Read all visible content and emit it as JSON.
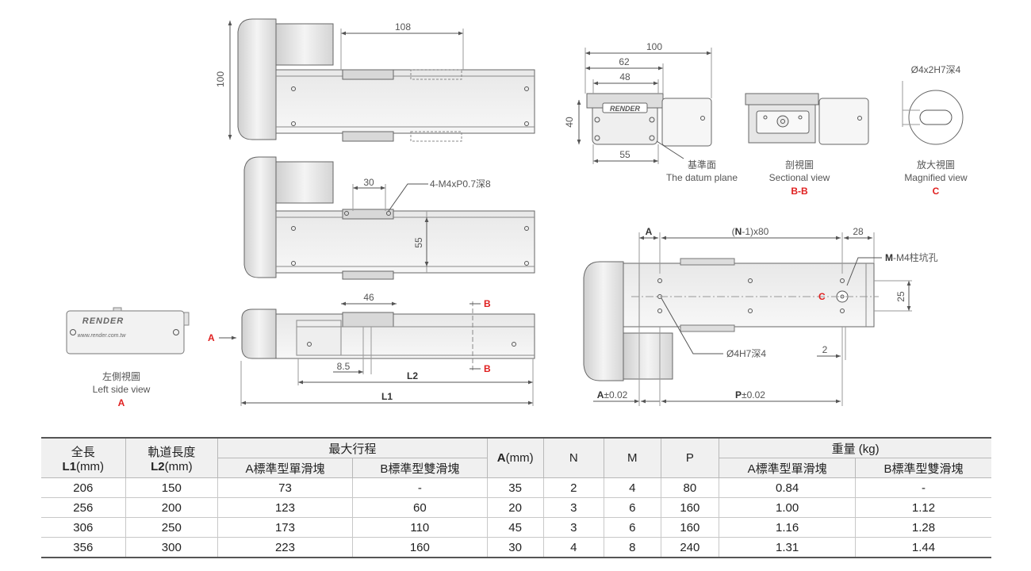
{
  "drawing": {
    "top_view": {
      "dim_length": "108",
      "dim_height": "100"
    },
    "middle_view": {
      "dim_block": "30",
      "note_thread": "4-M4xP0.7深8",
      "dim_55": "55"
    },
    "front_view": {
      "dim_46": "46",
      "dim_85": "8.5",
      "dim_L2": "L2",
      "dim_L1": "L1",
      "label_A": "A",
      "label_B_top": "B",
      "label_B_bottom": "B"
    },
    "left_side": {
      "logo": "RENDER",
      "url": "www.render.com.tw",
      "caption_zh": "左側視圖",
      "caption_en": "Left side view",
      "caption_tag": "A"
    },
    "end_view": {
      "dim_100": "100",
      "dim_62": "62",
      "dim_48": "48",
      "dim_40": "40",
      "dim_55": "55",
      "logo": "RENDER",
      "caption_zh": "基準面",
      "caption_en": "The datum plane"
    },
    "section_view": {
      "caption_zh": "剖視圖",
      "caption_en": "Sectional view",
      "caption_tag": "B-B"
    },
    "magnified_view": {
      "note": "Ø4x2H7深4",
      "caption_zh": "放大視圖",
      "caption_en": "Magnified view",
      "caption_tag": "C"
    },
    "bottom_view": {
      "dim_A": "A",
      "dim_pitch_N": "N",
      "dim_pitch_rest": "-1)x80",
      "dim_pitch_open": "(",
      "dim_28": "28",
      "note_M_bold": "M",
      "note_M_rest": "-M4柱坑孔",
      "dim_25": "25",
      "label_C": "C",
      "note_hole": "Ø4H7深4",
      "dim_2": "2",
      "dim_A_tol": "±0.02",
      "dim_A_tol_letter": "A",
      "dim_P_tol": "±0.02",
      "dim_P_tol_letter": "P"
    }
  },
  "table": {
    "headers": {
      "l1_zh": "全長",
      "l1_en_b": "L1",
      "l1_en_unit": "(mm)",
      "l2_zh": "軌道長度",
      "l2_en_b": "L2",
      "l2_en_unit": "(mm)",
      "stroke": "最大行程",
      "stroke_a": "A標準型單滑塊",
      "stroke_b": "B標準型雙滑塊",
      "a_b": "A",
      "a_unit": "(mm)",
      "n": "N",
      "m": "M",
      "p": "P",
      "weight": "重量 (kg)",
      "weight_a": "A標準型單滑塊",
      "weight_b": "B標準型雙滑塊"
    },
    "rows": [
      [
        "206",
        "150",
        "73",
        "-",
        "35",
        "2",
        "4",
        "80",
        "0.84",
        "-"
      ],
      [
        "256",
        "200",
        "123",
        "60",
        "20",
        "3",
        "6",
        "160",
        "1.00",
        "1.12"
      ],
      [
        "306",
        "250",
        "173",
        "110",
        "45",
        "3",
        "6",
        "160",
        "1.16",
        "1.28"
      ],
      [
        "356",
        "300",
        "223",
        "160",
        "30",
        "4",
        "8",
        "240",
        "1.31",
        "1.44"
      ]
    ]
  }
}
